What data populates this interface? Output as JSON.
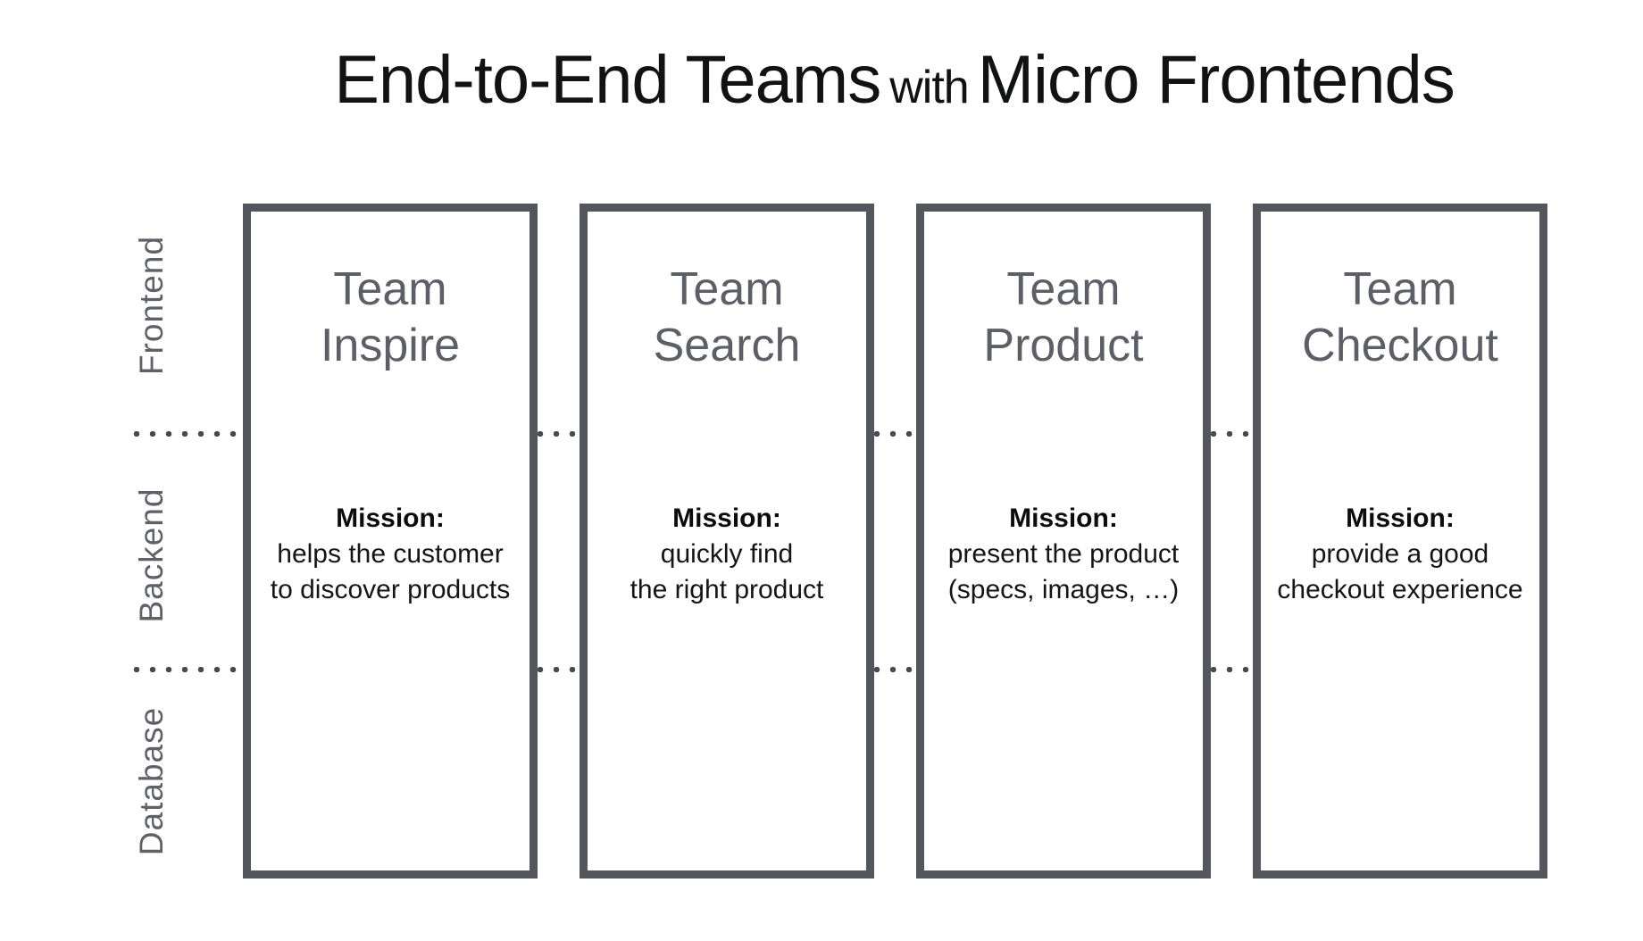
{
  "title": {
    "part1": "End-to-End Teams",
    "connector": "with",
    "part2": "Micro Frontends"
  },
  "row_labels": {
    "frontend": "Frontend",
    "backend": "Backend",
    "database": "Database"
  },
  "teams": [
    {
      "name_line1": "Team",
      "name_line2": "Inspire",
      "mission_label": "Mission:",
      "mission_lines": [
        "helps the customer",
        "to discover products"
      ]
    },
    {
      "name_line1": "Team",
      "name_line2": "Search",
      "mission_label": "Mission:",
      "mission_lines": [
        "quickly find",
        "the right product"
      ]
    },
    {
      "name_line1": "Team",
      "name_line2": "Product",
      "mission_label": "Mission:",
      "mission_lines": [
        "present the product",
        "(specs, images, …)"
      ]
    },
    {
      "name_line1": "Team",
      "name_line2": "Checkout",
      "mission_label": "Mission:",
      "mission_lines": [
        "provide a good",
        "checkout experience"
      ]
    }
  ],
  "colors": {
    "background": "#ffffff",
    "box_border": "#53565c",
    "team_name_text": "#5c6066",
    "row_label_text": "#5e6268",
    "dots": "#46494e",
    "mission_text": "#151515",
    "title_text": "#111214"
  }
}
